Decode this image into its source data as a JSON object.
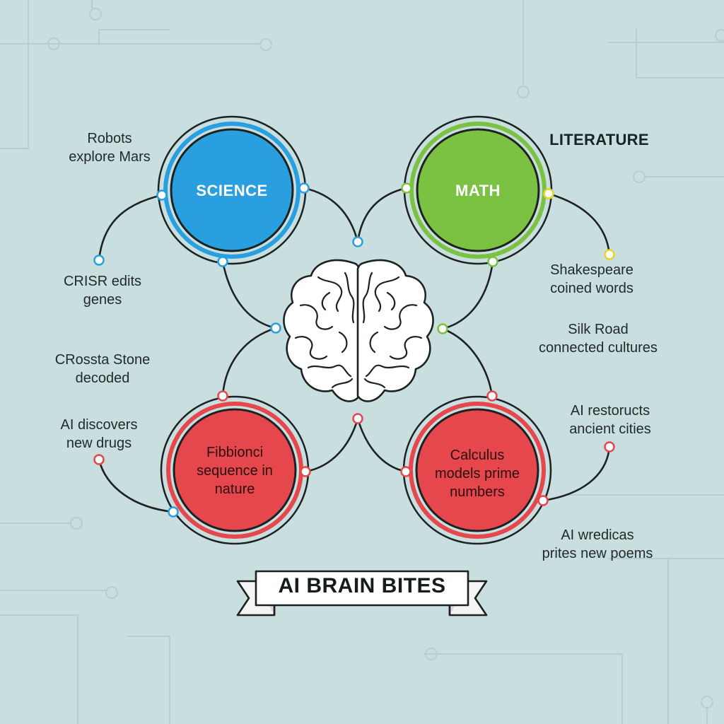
{
  "title": "AI BRAIN BITES",
  "heading_literature": "LITERATURE",
  "colors": {
    "background": "#c9dede",
    "science": "#2a9fe0",
    "math": "#7cc242",
    "red": "#e5474d",
    "line": "#1c2222"
  },
  "nodes": {
    "science": {
      "label": "SCIENCE"
    },
    "math": {
      "label": "MATH"
    },
    "fib": {
      "lines": [
        "Fibbionci",
        "sequence in",
        "nature"
      ]
    },
    "calc": {
      "lines": [
        "Calculus",
        "models prime",
        "numbers"
      ]
    }
  },
  "center_icon": "brain-icon",
  "facts": {
    "robots": [
      "Robots",
      "explore Mars"
    ],
    "crisr": [
      "CRISR edits",
      "genes"
    ],
    "rosetta": [
      "CRossta Stone",
      "decoded"
    ],
    "drugs": [
      "AI discovers",
      "new drugs"
    ],
    "shakespeare": [
      "Shakespeare",
      "coined words"
    ],
    "silk": [
      "Silk Road",
      "connected cultures"
    ],
    "cities": [
      "AI restoructs",
      "ancient cities"
    ],
    "poems": [
      "AI wredicas",
      "prites new poems"
    ]
  }
}
